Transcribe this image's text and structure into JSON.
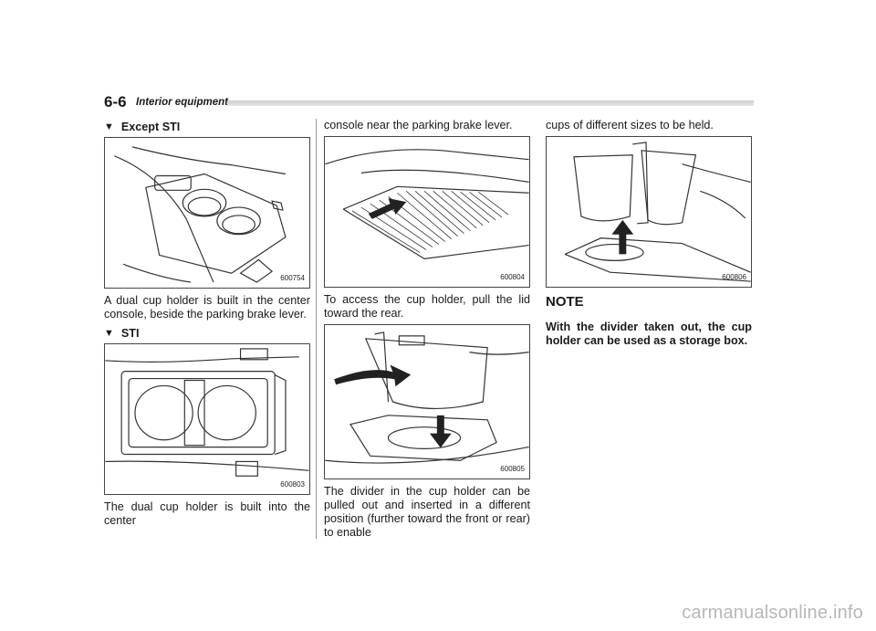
{
  "header": {
    "page_number": "6-6",
    "section": "Interior equipment"
  },
  "col1": {
    "heading_except": "Except STI",
    "fig1_code": "600754",
    "text1": "A dual cup holder is built in the center console, beside the parking brake lever.",
    "heading_sti": "STI",
    "fig2_code": "600803",
    "text2": "The dual cup holder is built into the center"
  },
  "col2": {
    "text1": "console near the parking brake lever.",
    "fig1_code": "600804",
    "text2": "To access the cup holder, pull the lid toward the rear.",
    "fig2_code": "600805",
    "text3": "The divider in the cup holder can be pulled out and inserted in a different position (further toward the front or rear) to enable"
  },
  "col3": {
    "text1": "cups of different sizes to be held.",
    "fig1_code": "600806",
    "note_title": "NOTE",
    "note_text": "With the divider taken out, the cup holder can be used as a storage box."
  },
  "watermark": "carmanualsonline.info",
  "marker_glyph": "▼"
}
